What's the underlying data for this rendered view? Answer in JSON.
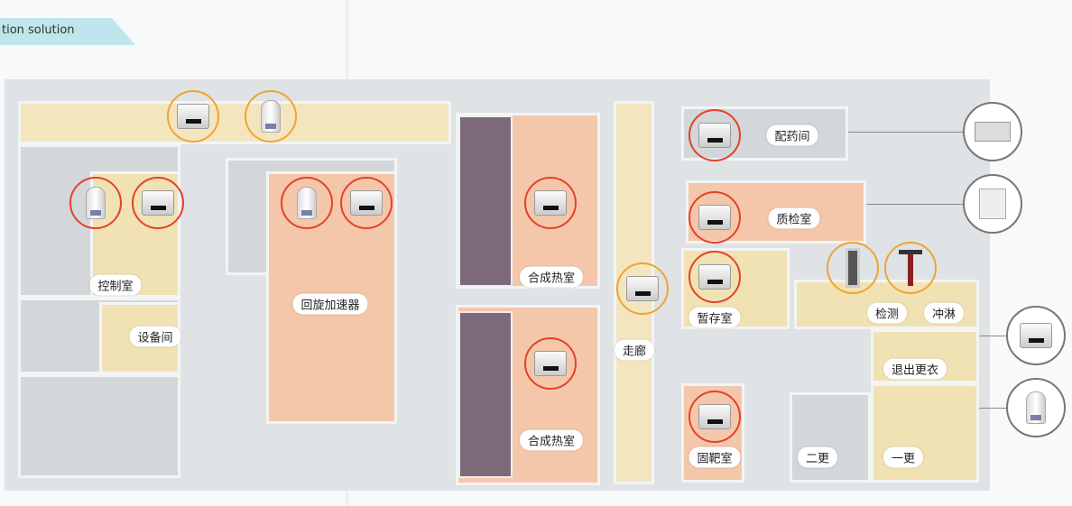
{
  "banner": {
    "text": "tion solution"
  },
  "colors": {
    "monitor_ring": "#e5402a",
    "special_ring": "#f0a430",
    "legend_ring": "#777777",
    "banner": "#bfe6ec"
  },
  "rooms": {
    "control": "控制室",
    "equipment": "设备间",
    "cyclotron": "回旋加速器",
    "hotcell_1": "合成热室",
    "hotcell_2": "合成热室",
    "corridor": "走廊",
    "dispensing": "配药间",
    "qc": "质检室",
    "storage": "暂存室",
    "detection": "检测",
    "shower": "冲淋",
    "exit_change": "退出更衣",
    "solid_target": "固靶室",
    "second_change": "二更",
    "first_change": "一更"
  },
  "legend_icons": [
    "rack-monitor-icon",
    "box-monitor-icon",
    "area-monitor-icon",
    "probe-monitor-icon"
  ]
}
